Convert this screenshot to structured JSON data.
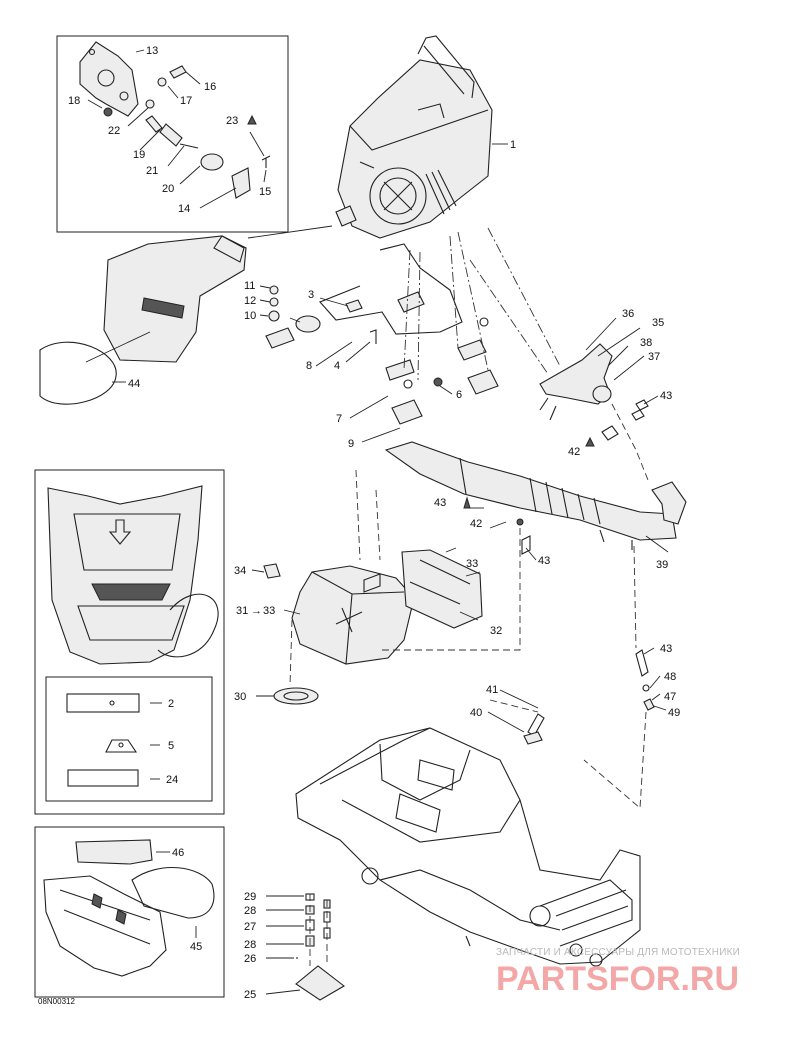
{
  "diagram_code": "08N00312",
  "callouts": {
    "c1": "1",
    "c2": "2",
    "c3": "3",
    "c4": "4",
    "c5": "5",
    "c6": "6",
    "c7": "7",
    "c8": "8",
    "c9": "9",
    "c10": "10",
    "c11": "11",
    "c12": "12",
    "c13": "13",
    "c14": "14",
    "c15": "15",
    "c16": "16",
    "c17": "17",
    "c18": "18",
    "c19": "19",
    "c20": "20",
    "c21": "21",
    "c22": "22",
    "c23": "23",
    "c24": "24",
    "c25": "25",
    "c26": "26",
    "c27": "27",
    "c28a": "28",
    "c28b": "28",
    "c29": "29",
    "c30": "30",
    "c31": "31",
    "c33r": "33",
    "c32": "32",
    "c33": "33",
    "c34": "34",
    "c35": "35",
    "c36": "36",
    "c37": "37",
    "c38": "38",
    "c39": "39",
    "c40": "40",
    "c41": "41",
    "c42a": "42",
    "c42b": "42",
    "c43a": "43",
    "c43b": "43",
    "c43c": "43",
    "c43d": "43",
    "c44": "44",
    "c45": "45",
    "c46": "46",
    "c47": "47",
    "c48": "48",
    "c49": "49"
  },
  "watermark": {
    "line1": "ЗАПЧАСТИ И АКСЕССУАРЫ ДЛЯ МОТОТЕХНИКИ",
    "line2": "PARTSFOR.RU"
  }
}
